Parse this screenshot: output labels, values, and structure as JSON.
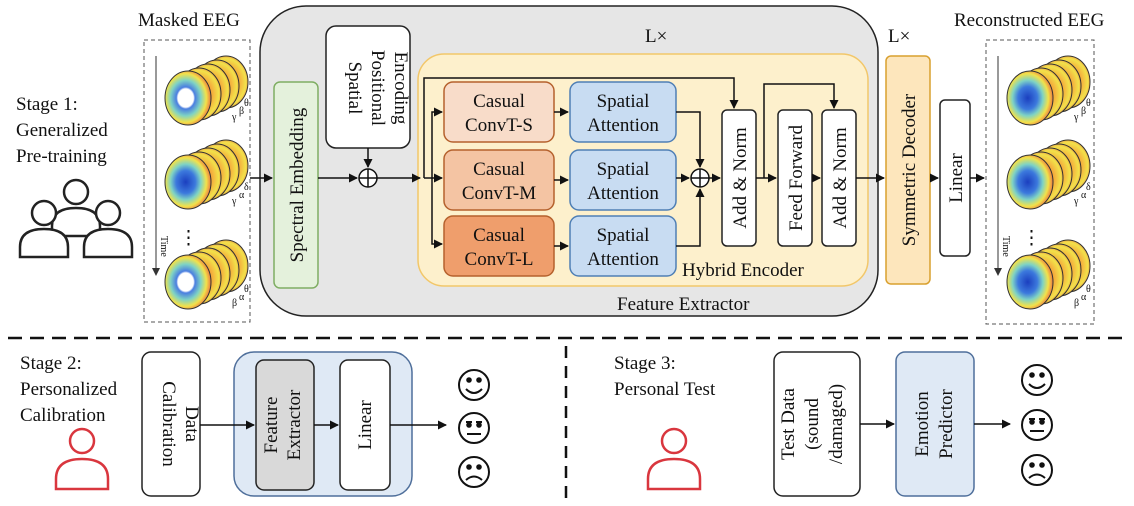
{
  "stage1": {
    "label_line1": "Stage 1:",
    "label_line2": "Generalized",
    "label_line3": "Pre-training",
    "masked_eeg_title": "Masked EEG",
    "reconstructed_eeg_title": "Reconstructed EEG",
    "time_label": "Time",
    "ellipsis": "⋮",
    "band_labels": [
      "γ",
      "β",
      "α",
      "θ",
      "δ"
    ],
    "feature_extractor": {
      "title": "Feature Extractor",
      "repeat_label": "L×",
      "spectral_embedding": "Spectral Embedding",
      "positional_encoding": [
        "Spatial",
        "Positional",
        "Encoding"
      ],
      "hybrid_encoder": {
        "title": "Hybrid Encoder",
        "conv_s": [
          "Casual",
          "ConvT-S"
        ],
        "conv_m": [
          "Casual",
          "ConvT-M"
        ],
        "conv_l": [
          "Casual",
          "ConvT-L"
        ],
        "attention": [
          "Spatial",
          "Attention"
        ],
        "add_norm": "Add & Norm",
        "feed_forward": "Feed Forward"
      }
    },
    "decoder_repeat_label": "L×",
    "symmetric_decoder": "Symmetric Decoder",
    "linear": "Linear"
  },
  "stage2": {
    "label_line1": "Stage 2:",
    "label_line2": "Personalized",
    "label_line3": "Calibration",
    "calibration_data": [
      "Calibration",
      "Data"
    ],
    "feature_extractor": [
      "Feature",
      "Extractor"
    ],
    "linear": "Linear"
  },
  "stage3": {
    "label_line1": "Stage 3:",
    "label_line2": "Personal Test",
    "test_data": [
      "Test Data",
      "(sound",
      "/damaged)"
    ],
    "emotion_predictor": [
      "Emotion",
      "Predictor"
    ]
  },
  "colors": {
    "extractor_bg": "#e6e6e6",
    "hybrid_bg": "#fdf0cc",
    "hybrid_border": "#f2c76a",
    "spectral_fill": "#e4f1dc",
    "spectral_border": "#7fae63",
    "conv_s_fill": "#f8dcc9",
    "conv_m_fill": "#f4c4a3",
    "conv_l_fill": "#ef9e6c",
    "conv_border": "#b5612d",
    "attention_fill": "#c8dcf2",
    "attention_border": "#4f7fb5",
    "decoder_fill": "#fde6bc",
    "decoder_border": "#d9a02f",
    "stage2_panel_fill": "#dfe9f5",
    "stage2_panel_border": "#4f6f9b",
    "feature_gray": "#d9d9d9",
    "person_red": "#d9363e"
  }
}
